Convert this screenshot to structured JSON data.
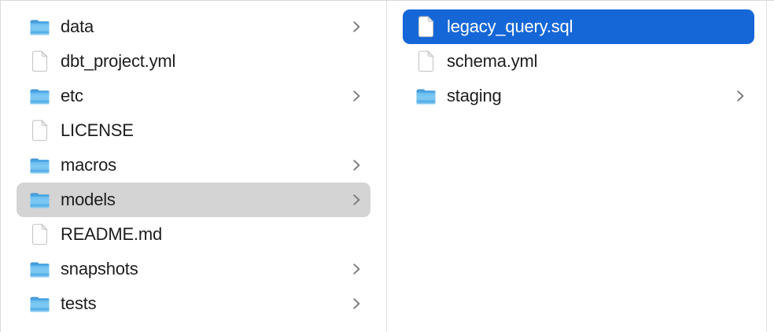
{
  "app": "finder-column-view",
  "colors": {
    "selection_blue": "#1567d8",
    "selection_gray": "#d4d4d4",
    "text": "#1d1d1f",
    "text_selected": "#ffffff",
    "chevron": "#7d7d7d",
    "divider": "#e3e3e3"
  },
  "columns": [
    {
      "name": "left-column",
      "items": [
        {
          "label": "data",
          "type": "folder",
          "chevron": true,
          "selected": "none"
        },
        {
          "label": "dbt_project.yml",
          "type": "file",
          "chevron": false,
          "selected": "none"
        },
        {
          "label": "etc",
          "type": "folder",
          "chevron": true,
          "selected": "none"
        },
        {
          "label": "LICENSE",
          "type": "file",
          "chevron": false,
          "selected": "none"
        },
        {
          "label": "macros",
          "type": "folder",
          "chevron": true,
          "selected": "none"
        },
        {
          "label": "models",
          "type": "folder",
          "chevron": true,
          "selected": "inactive"
        },
        {
          "label": "README.md",
          "type": "file",
          "chevron": false,
          "selected": "none"
        },
        {
          "label": "snapshots",
          "type": "folder",
          "chevron": true,
          "selected": "none"
        },
        {
          "label": "tests",
          "type": "folder",
          "chevron": true,
          "selected": "none"
        }
      ]
    },
    {
      "name": "right-column",
      "items": [
        {
          "label": "legacy_query.sql",
          "type": "file",
          "chevron": false,
          "selected": "active"
        },
        {
          "label": "schema.yml",
          "type": "file",
          "chevron": false,
          "selected": "none"
        },
        {
          "label": "staging",
          "type": "folder",
          "chevron": true,
          "selected": "none"
        }
      ]
    }
  ]
}
